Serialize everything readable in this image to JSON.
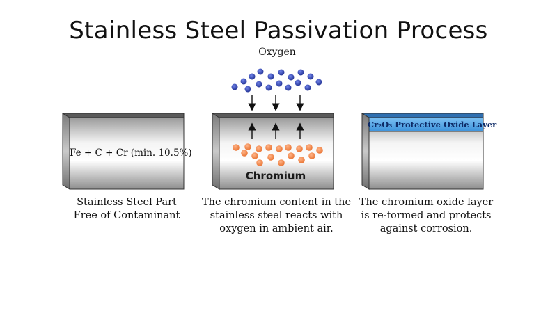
{
  "title": "Stainless Steel Passivation Process",
  "oxygen_label": "Oxygen",
  "panels": [
    {
      "inner_label": "Fe + C + Cr (min. 10.5%)",
      "caption": [
        "Stainless Steel Part",
        "Free of Contaminant"
      ]
    },
    {
      "inner_label": "Chromium",
      "caption": [
        "The chromium content in the",
        "stainless steel reacts with",
        "oxygen in ambient air."
      ]
    },
    {
      "inner_label": "Cr₂O₃ Protective Oxide Layer",
      "caption": [
        "The chromium oxide layer",
        "is re-formed and protects",
        "against corrosion."
      ]
    }
  ],
  "colors": {
    "oxygen": "#2b3fa8",
    "chromium": "#f08a4b",
    "oxide_layer": "#4aa3e8",
    "block_edge": "#333333"
  }
}
